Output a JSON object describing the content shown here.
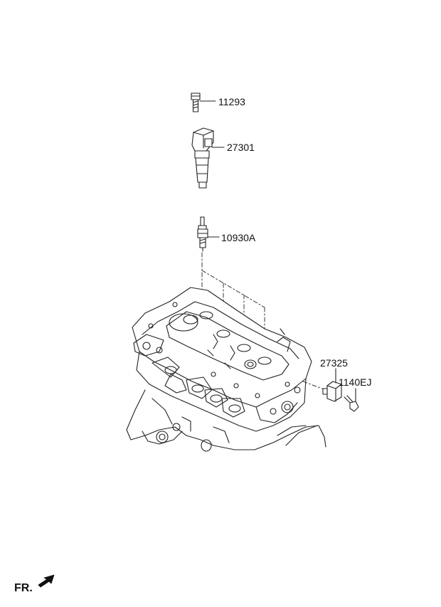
{
  "diagram": {
    "parts": [
      {
        "id": "bolt",
        "name": "bolt-icon",
        "label": "11293"
      },
      {
        "id": "coil",
        "name": "ignition-coil-icon",
        "label": "27301"
      },
      {
        "id": "plug",
        "name": "spark-plug-icon",
        "label": "10930A"
      },
      {
        "id": "sensor",
        "name": "sensor-icon",
        "label": "27325"
      },
      {
        "id": "screw",
        "name": "screw-icon",
        "label": "1140EJ"
      }
    ],
    "front_indicator": "FR."
  }
}
